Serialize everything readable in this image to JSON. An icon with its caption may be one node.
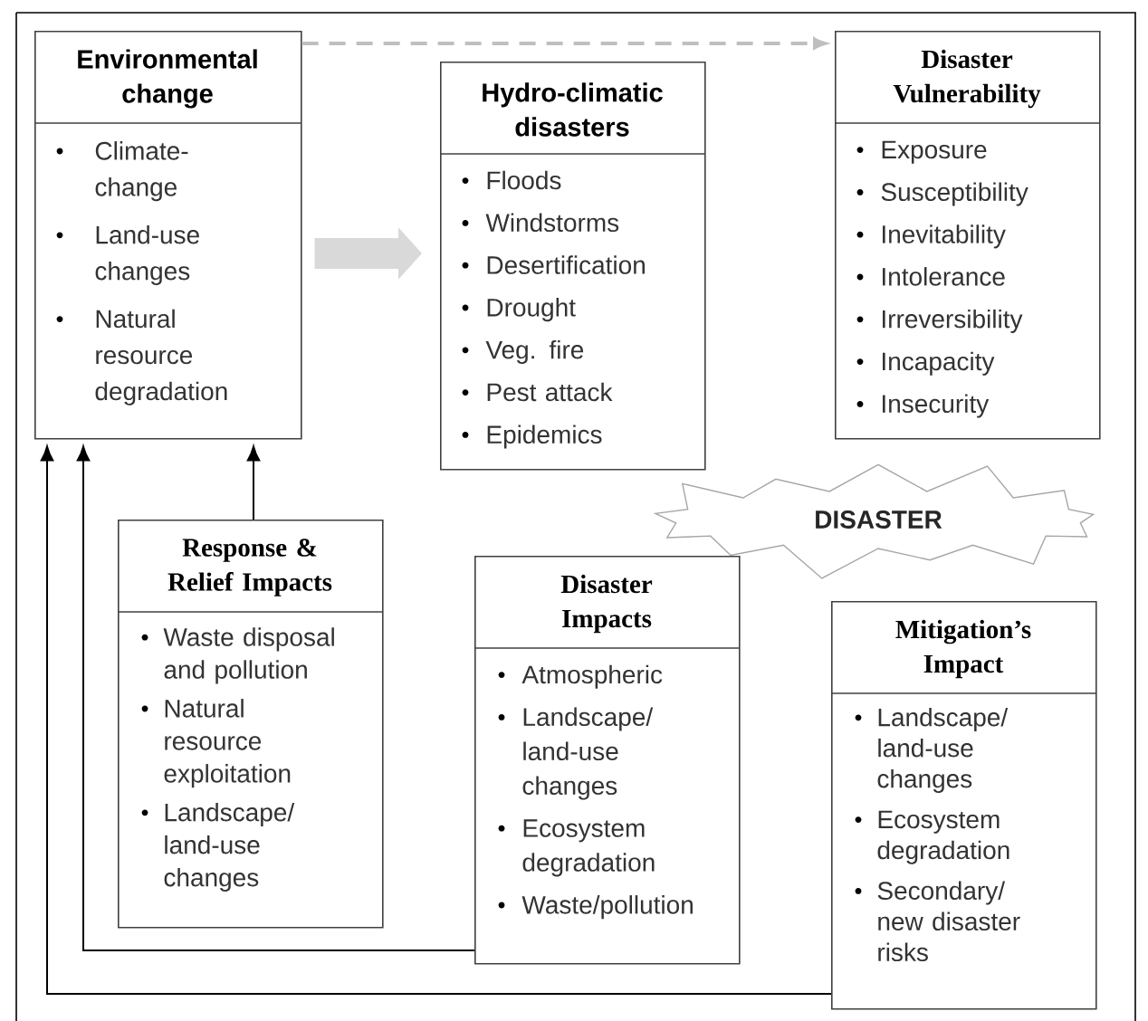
{
  "diagram": {
    "nodes": [
      {
        "text": [
          "Environmental change",
          "Climate-change",
          "Land-use changes",
          "Natural resource degradation"
        ]
      },
      {
        "text": [
          "Hydro-climatic disasters",
          "Floods",
          "Windstorms",
          "Desertification",
          "Drought",
          "Veg. fire",
          "Pest attack",
          "Epidemics"
        ]
      },
      {
        "text": [
          "Disaster Vulnerability",
          "Exposure",
          "Susceptibility",
          "Inevitability",
          "Intolerance",
          "Irreversibility",
          "Incapacity",
          "Insecurity"
        ]
      },
      {
        "text": [
          "DISASTER"
        ]
      },
      {
        "text": [
          "Response & Relief Impacts",
          "Waste disposal and pollution",
          "Natural resource exploitation",
          "Landscape/ land-use changes"
        ]
      },
      {
        "text": [
          "Disaster Impacts",
          "Atmospheric",
          "Landscape/ land-use changes",
          "Ecosystem degradation",
          "Waste/pollution"
        ]
      },
      {
        "text": [
          "Mitigation’s Impact",
          "Landscape/ land-use changes",
          "Ecosystem degradation",
          "Secondary/ new disaster risks"
        ]
      }
    ],
    "edges": [
      {
        "from": 0,
        "to": 2,
        "arrow": "to",
        "style": "dashed",
        "color": "#bfbfbf"
      },
      {
        "from": 0,
        "to": 1,
        "arrow": "to",
        "style": "thick",
        "color": "#d9d9d9"
      },
      {
        "from": 4,
        "to": 0,
        "arrow": "to"
      },
      {
        "from": 5,
        "to": 0,
        "arrow": "to"
      },
      {
        "from": 6,
        "to": 0,
        "arrow": "to"
      }
    ]
  }
}
